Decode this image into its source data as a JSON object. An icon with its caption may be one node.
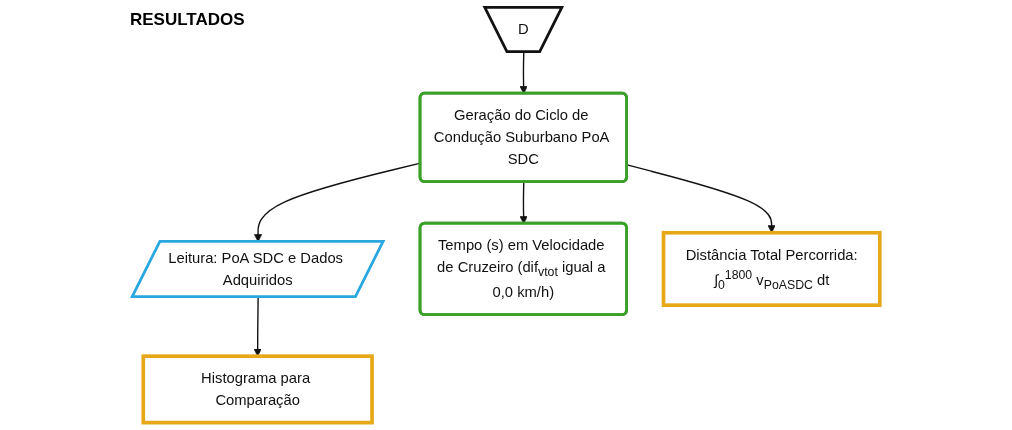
{
  "diagram": {
    "title": "RESULTADOS",
    "nodes": [
      {
        "text": [
          "D"
        ]
      },
      {
        "text": [
          "Geração do Ciclo de Condução Suburbano PoA SDC"
        ]
      },
      {
        "text": [
          "Leitura: PoA SDC e Dados Adquiridos"
        ]
      },
      {
        "text": [
          "Tempo (s) em Velocidade de Cruzeiro (dif$_{vtot}$ igual a 0,0 km/h)"
        ]
      },
      {
        "text": [
          "Distância Total Percorrida:",
          "∫$_{0}$$^{1800}$ v$_{PoASDC}$ dt"
        ]
      },
      {
        "text": [
          "Histograma para Comparação"
        ]
      }
    ],
    "edges": [
      {
        "from": 0,
        "to": 1,
        "arrow": "to"
      },
      {
        "from": 1,
        "to": 2,
        "arrow": "to"
      },
      {
        "from": 1,
        "to": 3,
        "arrow": "to"
      },
      {
        "from": 1,
        "to": 4,
        "arrow": "to"
      },
      {
        "from": 2,
        "to": 5,
        "arrow": "to"
      }
    ]
  }
}
